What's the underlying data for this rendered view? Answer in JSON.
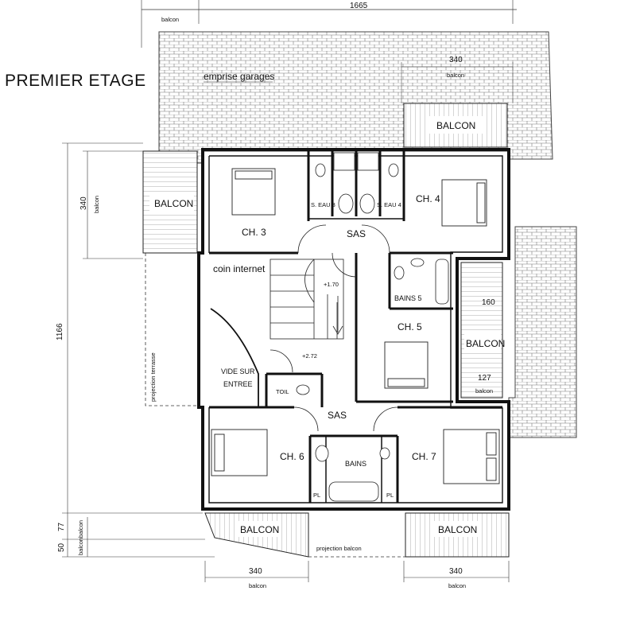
{
  "title": "PREMIER ETAGE",
  "labels": {
    "emprise": "emprise garages",
    "balcon_top_right": "BALCON",
    "balcon_left": "BALCON",
    "balcon_right": "BALCON",
    "balcon_bottom_left": "BALCON",
    "balcon_bottom_right": "BALCON",
    "ch3": "CH. 3",
    "ch4": "CH. 4",
    "ch5": "CH. 5",
    "ch6": "CH. 6",
    "ch7": "CH. 7",
    "sas_top": "SAS",
    "sas_bottom": "SAS",
    "seau3": "S. EAU 3",
    "seau4": "S. EAU 4",
    "bains5": "BAINS 5",
    "bains": "BAINS",
    "coin_internet": "coin internet",
    "vide_1": "VIDE SUR",
    "vide_2": "ENTREE",
    "toil": "TOIL",
    "pl_left": "PL",
    "pl_right": "PL",
    "lvl1": "+1.70",
    "lvl2": "+2.72",
    "proj_terrasse": "projection terrasse",
    "proj_balcon": "projection balcon"
  },
  "dimensions": {
    "top_balcon": "balcon",
    "top_total": "1665",
    "d340_tr": "340",
    "d340_tr_sub": "balcon",
    "left_340": "340",
    "left_340_sub": "balcon",
    "left_1166": "1166",
    "d160": "160",
    "d127": "127",
    "d127_sub": "balcon",
    "b77": "77",
    "b77_sub": "balcon",
    "b50": "50",
    "b50_sub": "balcon",
    "bot_l": "340",
    "bot_l_sub": "balcon",
    "bot_r": "340",
    "bot_r_sub": "balcon"
  }
}
